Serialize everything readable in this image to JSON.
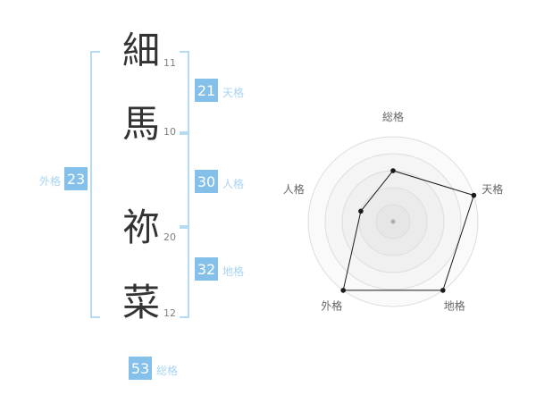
{
  "name": {
    "characters": [
      {
        "char": "細",
        "strokes": "11"
      },
      {
        "char": "馬",
        "strokes": "10"
      },
      {
        "char": "祢",
        "strokes": "20"
      },
      {
        "char": "菜",
        "strokes": "12"
      }
    ]
  },
  "grids": {
    "tenkaku": {
      "value": "21",
      "label": "天格"
    },
    "jinkaku": {
      "value": "30",
      "label": "人格"
    },
    "chikaku": {
      "value": "32",
      "label": "地格"
    },
    "gaikaku": {
      "value": "23",
      "label": "外格"
    },
    "soukaku": {
      "value": "53",
      "label": "総格"
    }
  },
  "colors": {
    "badge_blue": "#84c0e9",
    "label_blue": "#a8d4f2",
    "bracket_blue": "#b5daf3",
    "kanji_text": "#333333",
    "stroke_count_text": "#808080",
    "radar_ring": "#dddddd",
    "radar_line": "#1a1a1a",
    "radar_label": "#666666",
    "radar_center_dot": "#adadad"
  },
  "chart_data": {
    "type": "radar",
    "categories": [
      "総格",
      "天格",
      "地格",
      "外格",
      "人格"
    ],
    "values": [
      3,
      5,
      5,
      5,
      2
    ],
    "max": 5,
    "rings": 5,
    "title": "",
    "legend": false,
    "grid": "concentric-circles"
  }
}
